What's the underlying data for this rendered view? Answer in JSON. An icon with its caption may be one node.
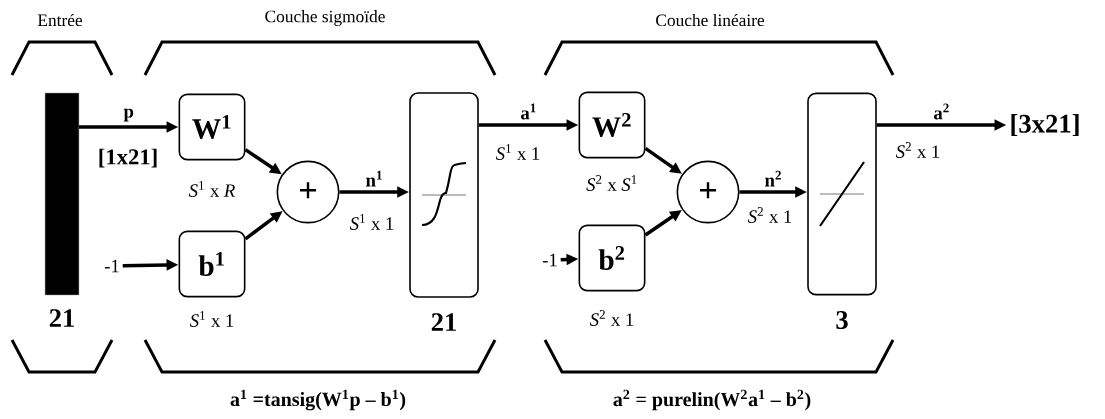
{
  "diagram": {
    "nodes": [
      {
        "text": [],
        "shape": "bar",
        "beside": [
          "21"
        ]
      },
      {
        "text": [
          "W$^{1}$"
        ],
        "beside": [
          "*S*$^{1}$ x *R*"
        ]
      },
      {
        "text": [
          "b$^{1}$"
        ],
        "beside": [
          "*S*$^{1}$ x 1"
        ]
      },
      {
        "text": [
          "+"
        ]
      },
      {
        "text": [],
        "shape": "box",
        "beside": [
          "21"
        ]
      },
      {
        "text": [
          "W$^{2}$"
        ],
        "beside": [
          "*S*$^{2}$ x *S*$^{1}$"
        ]
      },
      {
        "text": [
          "b$^{2}$"
        ],
        "beside": [
          "*S*$^{2}$ x 1"
        ]
      },
      {
        "text": [
          "+"
        ]
      },
      {
        "text": [],
        "shape": "box",
        "beside": [
          "3"
        ]
      },
      {
        "text": [
          "-1"
        ]
      },
      {
        "text": [
          "-1"
        ]
      },
      {
        "text": [
          "[3x21]"
        ]
      }
    ],
    "edges": [
      {
        "from": 0,
        "to": 1,
        "arrow": "to",
        "label": "p"
      },
      {
        "from": 9,
        "to": 2,
        "arrow": "to"
      },
      {
        "from": 1,
        "to": 3,
        "arrow": "to"
      },
      {
        "from": 2,
        "to": 3,
        "arrow": "to"
      },
      {
        "from": 3,
        "to": 4,
        "arrow": "to",
        "label": "n$^{1}$"
      },
      {
        "from": 4,
        "to": 5,
        "arrow": "to",
        "label": "a$^{1}$"
      },
      {
        "from": 10,
        "to": 6,
        "arrow": "to"
      },
      {
        "from": 5,
        "to": 7,
        "arrow": "to"
      },
      {
        "from": 6,
        "to": 7,
        "arrow": "to"
      },
      {
        "from": 7,
        "to": 8,
        "arrow": "to",
        "label": "n$^{2}$"
      },
      {
        "from": 8,
        "to": 11,
        "arrow": "to",
        "label": "a$^{2}$"
      }
    ],
    "labels": [
      "Entrée",
      "Couche sigmoïde",
      "Couche linéaire",
      "[1x21]",
      "*S*$^{1}$ x 1",
      "*S*$^{1}$ x 1",
      "*S*$^{2}$ x 1",
      "*S*$^{2}$ x 1",
      "a$^{1}$ =tansig(W$^{1}$p – b$^{1}$)",
      "a$^{2}$ = purelin(W$^{2}$a$^{1}$ – b$^{2}$)"
    ]
  }
}
